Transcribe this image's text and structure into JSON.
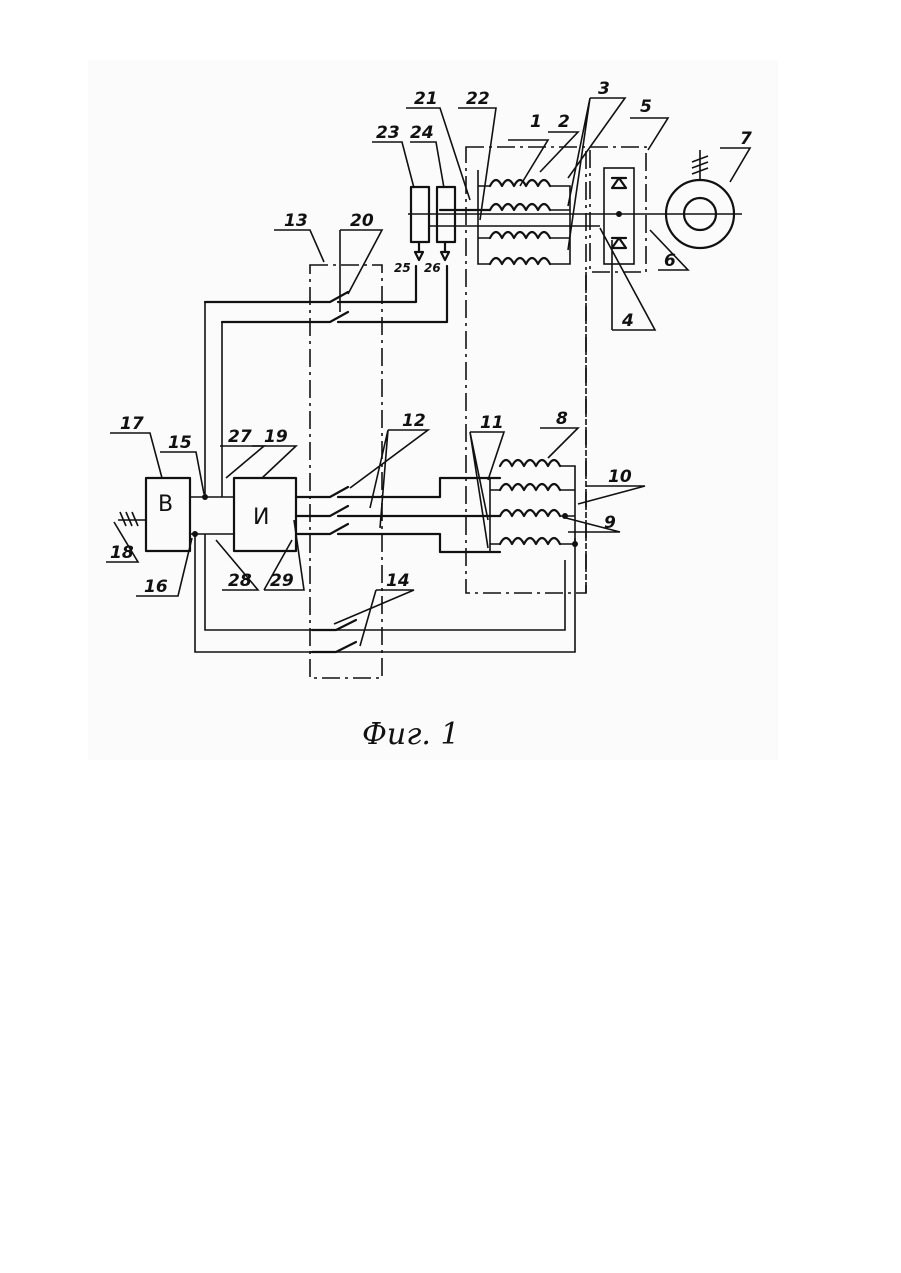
{
  "figure": {
    "caption": "Фиг. 1",
    "blocks": {
      "rectifier": "В",
      "inverter": "И"
    },
    "labels": {
      "l1": "1",
      "l2": "2",
      "l3": "3",
      "l4": "4",
      "l5": "5",
      "l6": "6",
      "l7": "7",
      "l8": "8",
      "l9": "9",
      "l10": "10",
      "l11": "11",
      "l12": "12",
      "l13": "13",
      "l14": "14",
      "l15": "15",
      "l16": "16",
      "l17": "17",
      "l18": "18",
      "l19": "19",
      "l20": "20",
      "l21": "21",
      "l22": "22",
      "l23": "23",
      "l24": "24",
      "l25": "25",
      "l26": "26",
      "l27": "27",
      "l28": "28",
      "l29": "29"
    }
  }
}
